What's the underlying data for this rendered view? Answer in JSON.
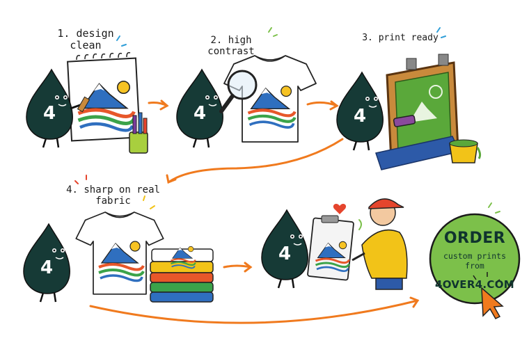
{
  "steps": [
    {
      "number": "1.",
      "label": "design clean"
    },
    {
      "number": "2.",
      "label": "high contrast"
    },
    {
      "number": "3.",
      "label": "print ready"
    },
    {
      "number": "4.",
      "label": "sharp on real fabric"
    }
  ],
  "mascot": {
    "badge": "4"
  },
  "cta": {
    "title": "ORDER",
    "line": "custom prints from",
    "url": "4OVER4.COM"
  },
  "colors": {
    "mascot": "#163a36",
    "arrow": "#f07a1e",
    "cta_fill": "#7cc04a",
    "press": "#7a4a1e",
    "screen_green": "#5aa83a",
    "hoodie": "#f2c318",
    "cap": "#e5452d"
  },
  "icons": [
    "drop-mascot-icon",
    "sketchbook-icon",
    "pencil-cup-icon",
    "magnifier-icon",
    "tshirt-icon",
    "screen-press-icon",
    "paint-bucket-icon",
    "folded-shirts-icon",
    "heart-icon",
    "cursor-icon"
  ]
}
